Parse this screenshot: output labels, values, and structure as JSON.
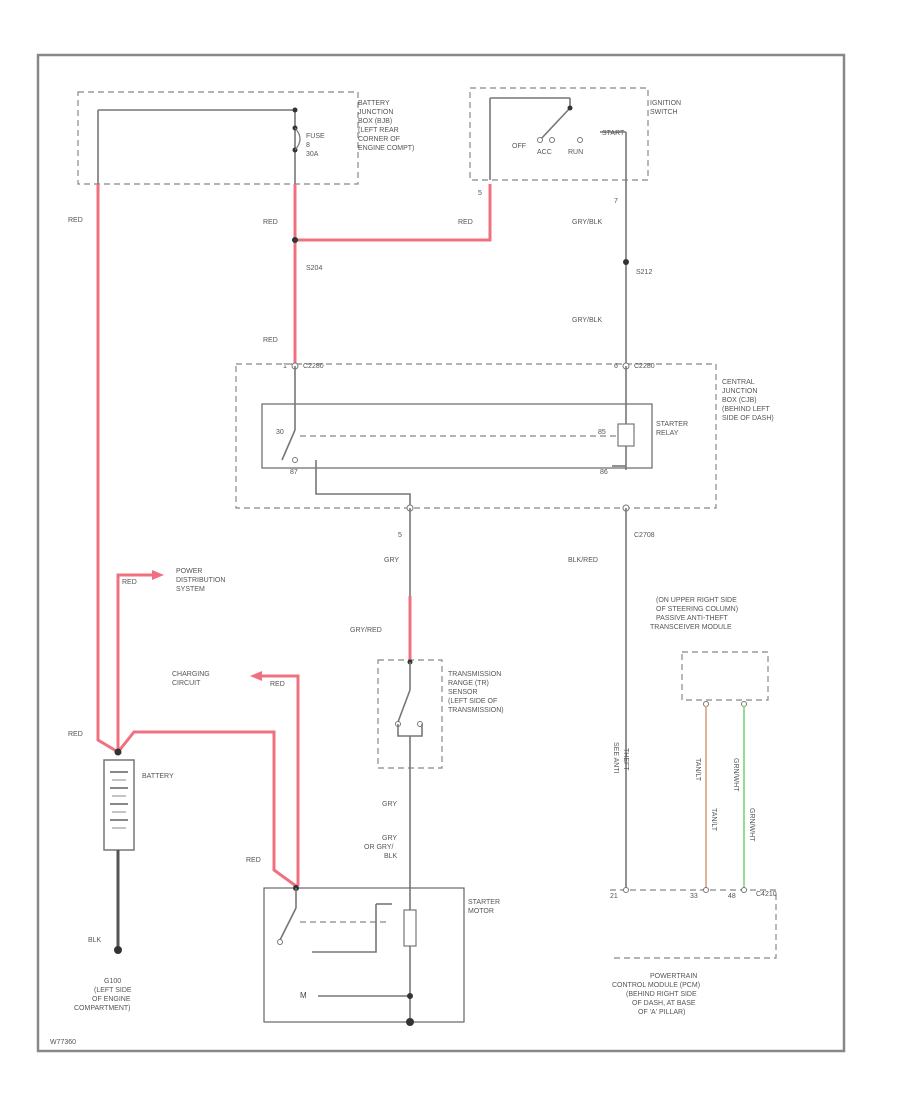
{
  "battery_junction_box": {
    "title_lines": [
      "BATTERY",
      "JUNCTION",
      "BOX (BJB)",
      "(LEFT REAR",
      "CORNER OF",
      "ENGINE COMPT)"
    ],
    "fuse_lines": [
      "FUSE",
      "8",
      "30A"
    ]
  },
  "ignition_switch": {
    "title_lines": [
      "IGNITION",
      "SWITCH"
    ],
    "positions": {
      "off": "OFF",
      "acc": "ACC",
      "run": "RUN",
      "start": "START"
    },
    "pin_left": "5",
    "pin_right": "7"
  },
  "wires": {
    "red_main": "RED",
    "red_fuse": "RED",
    "red_ign": "RED",
    "red_relay": "RED",
    "red_pds": "RED",
    "red_charging": "RED",
    "red_batt": "RED",
    "red_motor": "RED",
    "gry_blk_top": "GRY/BLK",
    "gry_blk_mid": "GRY/BLK",
    "gry": "GRY",
    "gry_red": "GRY/RED",
    "gry_lower": "GRY",
    "gry_or": [
      "GRY",
      "OR GRY/",
      "BLK"
    ],
    "blk_red": "BLK/RED",
    "blk": "BLK"
  },
  "splices": {
    "s204": "S204",
    "s212": "S212"
  },
  "connectors": {
    "c2280_left": "C2280",
    "c2280_right": "C2280",
    "c2708": "C2708",
    "c4210": "C4210",
    "pin_87_left": "87",
    "pin_87_right": "86",
    "pin_30": "30",
    "pin_85": "85",
    "pin_1": "1",
    "pin_6": "6",
    "pin_5": "5"
  },
  "central_junction_box": {
    "title_lines": [
      "CENTRAL",
      "JUNCTION",
      "BOX (CJB)",
      "(BEHIND LEFT",
      "SIDE OF DASH)"
    ]
  },
  "starter_relay": {
    "title_lines": [
      "STARTER",
      "RELAY"
    ]
  },
  "power_distribution": {
    "lines": [
      "POWER",
      "DISTRIBUTION",
      "SYSTEM"
    ]
  },
  "charging_circuit": {
    "lines": [
      "CHARGING",
      "CIRCUIT"
    ]
  },
  "tr_sensor": {
    "title_lines": [
      "TRANSMISSION",
      "RANGE (TR)",
      "SENSOR",
      "(LEFT SIDE OF",
      "TRANSMISSION)"
    ]
  },
  "battery": {
    "label": "BATTERY"
  },
  "ground": {
    "lines": [
      "G100",
      "(LEFT SIDE",
      "OF ENGINE",
      "COMPARTMENT)"
    ]
  },
  "starter_motor": {
    "title_lines": [
      "STARTER",
      "MOTOR"
    ],
    "motor_symbol": "M"
  },
  "pats_module": {
    "lines": [
      "(ON UPPER RIGHT SIDE",
      "OF STEERING COLUMN)",
      "PASSIVE ANTI-THEFT",
      "TRANSCEIVER MODULE"
    ],
    "wire_labels": [
      "TAN/LT",
      "GRN/WHT",
      "TAN/LT",
      "GRN/WHT",
      "SEE ANTI",
      "THEFT"
    ]
  },
  "pcm": {
    "lines": [
      "POWERTRAIN",
      "CONTROL MODULE (PCM)",
      "(BEHIND RIGHT SIDE",
      "OF DASH, AT BASE",
      "OF 'A' PILLAR)"
    ],
    "pins": [
      "21",
      "33",
      "48"
    ]
  },
  "figure_id": "W77360"
}
